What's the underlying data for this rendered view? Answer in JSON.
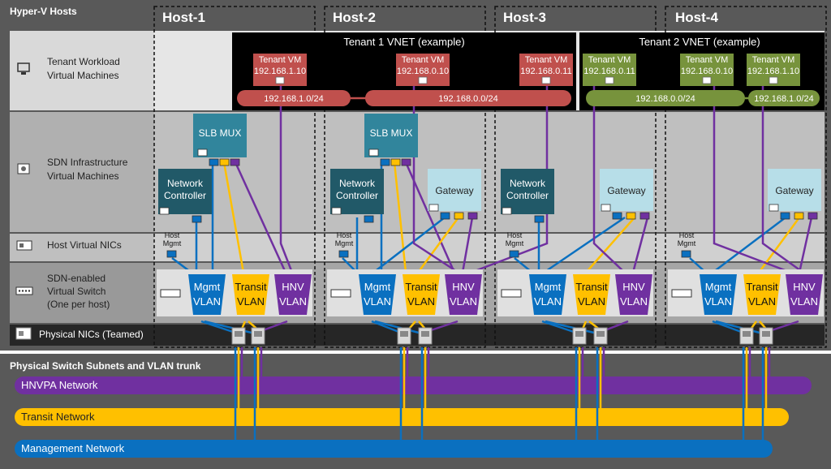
{
  "title": "Hyper-V Hosts",
  "hosts": [
    "Host-1",
    "Host-2",
    "Host-3",
    "Host-4"
  ],
  "layers": {
    "tenant": [
      "Tenant Workload",
      "Virtual Machines"
    ],
    "infra": [
      "SDN Infrastructure",
      "Virtual Machines"
    ],
    "host_nics": "Host Virtual NICs",
    "vswitch": [
      "SDN-enabled",
      "Virtual Switch",
      "(One per host)"
    ],
    "physical": "Physical NICs (Teamed)"
  },
  "vnets": {
    "tenant1": "Tenant 1 VNET (example)",
    "tenant2": "Tenant 2 VNET (example)"
  },
  "tenant_vm_label": "Tenant VM",
  "tenant_vms": [
    {
      "ip": "192.168.1.10",
      "tenant": 1
    },
    {
      "ip": "192.168.0.10",
      "tenant": 1
    },
    {
      "ip": "192.168.0.11",
      "tenant": 1
    },
    {
      "ip": "192.168.0.11",
      "tenant": 2
    },
    {
      "ip": "192.168.0.10",
      "tenant": 2
    },
    {
      "ip": "192.168.1.10",
      "tenant": 2
    }
  ],
  "subnets": {
    "t1_a": "192.168.1.0/24",
    "t1_b": "192.168.0.0/24",
    "t2_a": "192.168.0.0/24",
    "t2_b": "192.168.1.0/24"
  },
  "infra_vms": {
    "slb": "SLB MUX",
    "nc": [
      "Network",
      "Controller"
    ],
    "gw": "Gateway"
  },
  "host_mgmt": [
    "Host",
    "Mgmt"
  ],
  "vlans": {
    "mgmt": [
      "Mgmt",
      "VLAN"
    ],
    "transit": [
      "Transit",
      "VLAN"
    ],
    "hnv": [
      "HNV",
      "VLAN"
    ]
  },
  "physical_section": "Physical Switch Subnets and VLAN trunk",
  "networks": {
    "hnvpa": "HNVPA Network",
    "transit": "Transit Network",
    "mgmt": "Management Network"
  },
  "colors": {
    "mgmt": "#0a70c0",
    "transit": "#ffc000",
    "hnv": "#7030a0",
    "tenant1": "#c0504d",
    "tenant2": "#77933c",
    "nc": "#215968",
    "slb": "#31859c",
    "gw": "#b7dee8"
  }
}
